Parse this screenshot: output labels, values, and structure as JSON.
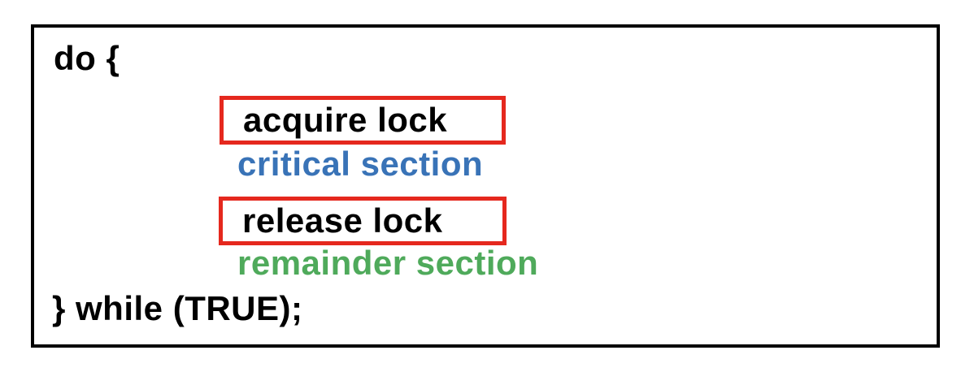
{
  "diagram": {
    "title_semantic": "do-while loop with mutex lock pseudocode",
    "line_do": "do {",
    "acquire_box_label": "acquire lock",
    "critical_section_label": "critical section",
    "release_box_label": "release lock",
    "remainder_section_label": "remainder section",
    "line_while": "} while (TRUE);",
    "colors": {
      "red_box_border": "#E5281E",
      "critical_section_text": "#3973B7",
      "remainder_section_text": "#4FAA5B",
      "code_text": "#000000",
      "outer_border": "#000000",
      "background": "#FFFFFF"
    }
  }
}
